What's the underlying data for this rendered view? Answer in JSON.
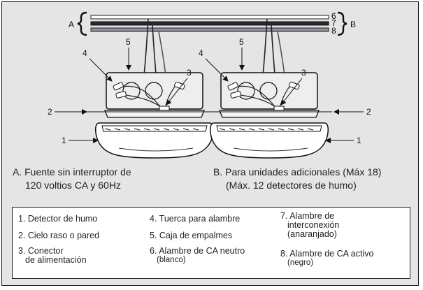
{
  "diagram": {
    "callouts": [
      "1",
      "2",
      "3",
      "4",
      "5",
      "6",
      "7",
      "8"
    ],
    "letters": {
      "a": "A",
      "b": "B"
    },
    "wires": [
      {
        "number": "6",
        "color": "#ffffff"
      },
      {
        "number": "7",
        "color": "#2a2a2a"
      },
      {
        "number": "8",
        "color": "#8a8f99"
      }
    ]
  },
  "captions": {
    "a": {
      "line1": "A. Fuente sin interruptor de",
      "line2": "120 voltios CA y 60Hz"
    },
    "b": {
      "line1": "B. Para unidades adicionales (Máx 18)",
      "line2": "(Máx. 12 detectores de humo)"
    }
  },
  "legend": {
    "items": [
      {
        "lines": [
          "1. Detector de humo"
        ]
      },
      {
        "lines": [
          "2. Cielo raso o pared"
        ]
      },
      {
        "lines": [
          "3. Conector",
          "de alimentación"
        ]
      },
      {
        "lines": [
          "4. Tuerca para alambre"
        ]
      },
      {
        "lines": [
          "5. Caja de empalmes"
        ]
      },
      {
        "lines": [
          "6. Alambre de CA neutro",
          "(blanco)"
        ]
      },
      {
        "lines": [
          "7. Alambre de",
          "interconexión",
          "(anaranjado)"
        ]
      },
      {
        "lines": [
          "8. Alambre de CA activo",
          "(negro)"
        ]
      }
    ]
  }
}
